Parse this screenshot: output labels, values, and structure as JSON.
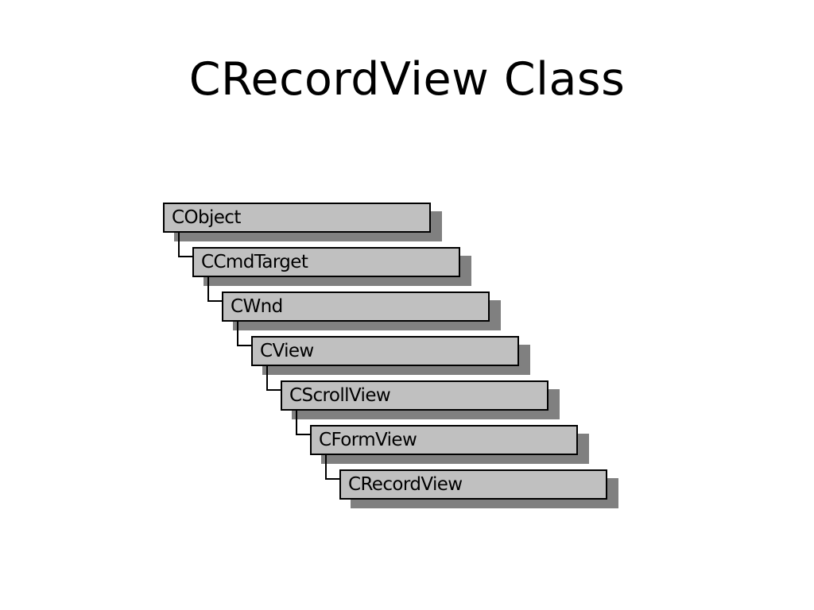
{
  "slide": {
    "title": "CRecordView Class"
  },
  "hierarchy": {
    "nodes": [
      {
        "label": "CObject"
      },
      {
        "label": "CCmdTarget"
      },
      {
        "label": "CWnd"
      },
      {
        "label": "CView"
      },
      {
        "label": "CScrollView"
      },
      {
        "label": "CFormView"
      },
      {
        "label": "CRecordView"
      }
    ]
  },
  "colors": {
    "box_fill": "#c0c0c0",
    "box_border": "#000000",
    "shadow": "#808080",
    "background": "#ffffff"
  }
}
